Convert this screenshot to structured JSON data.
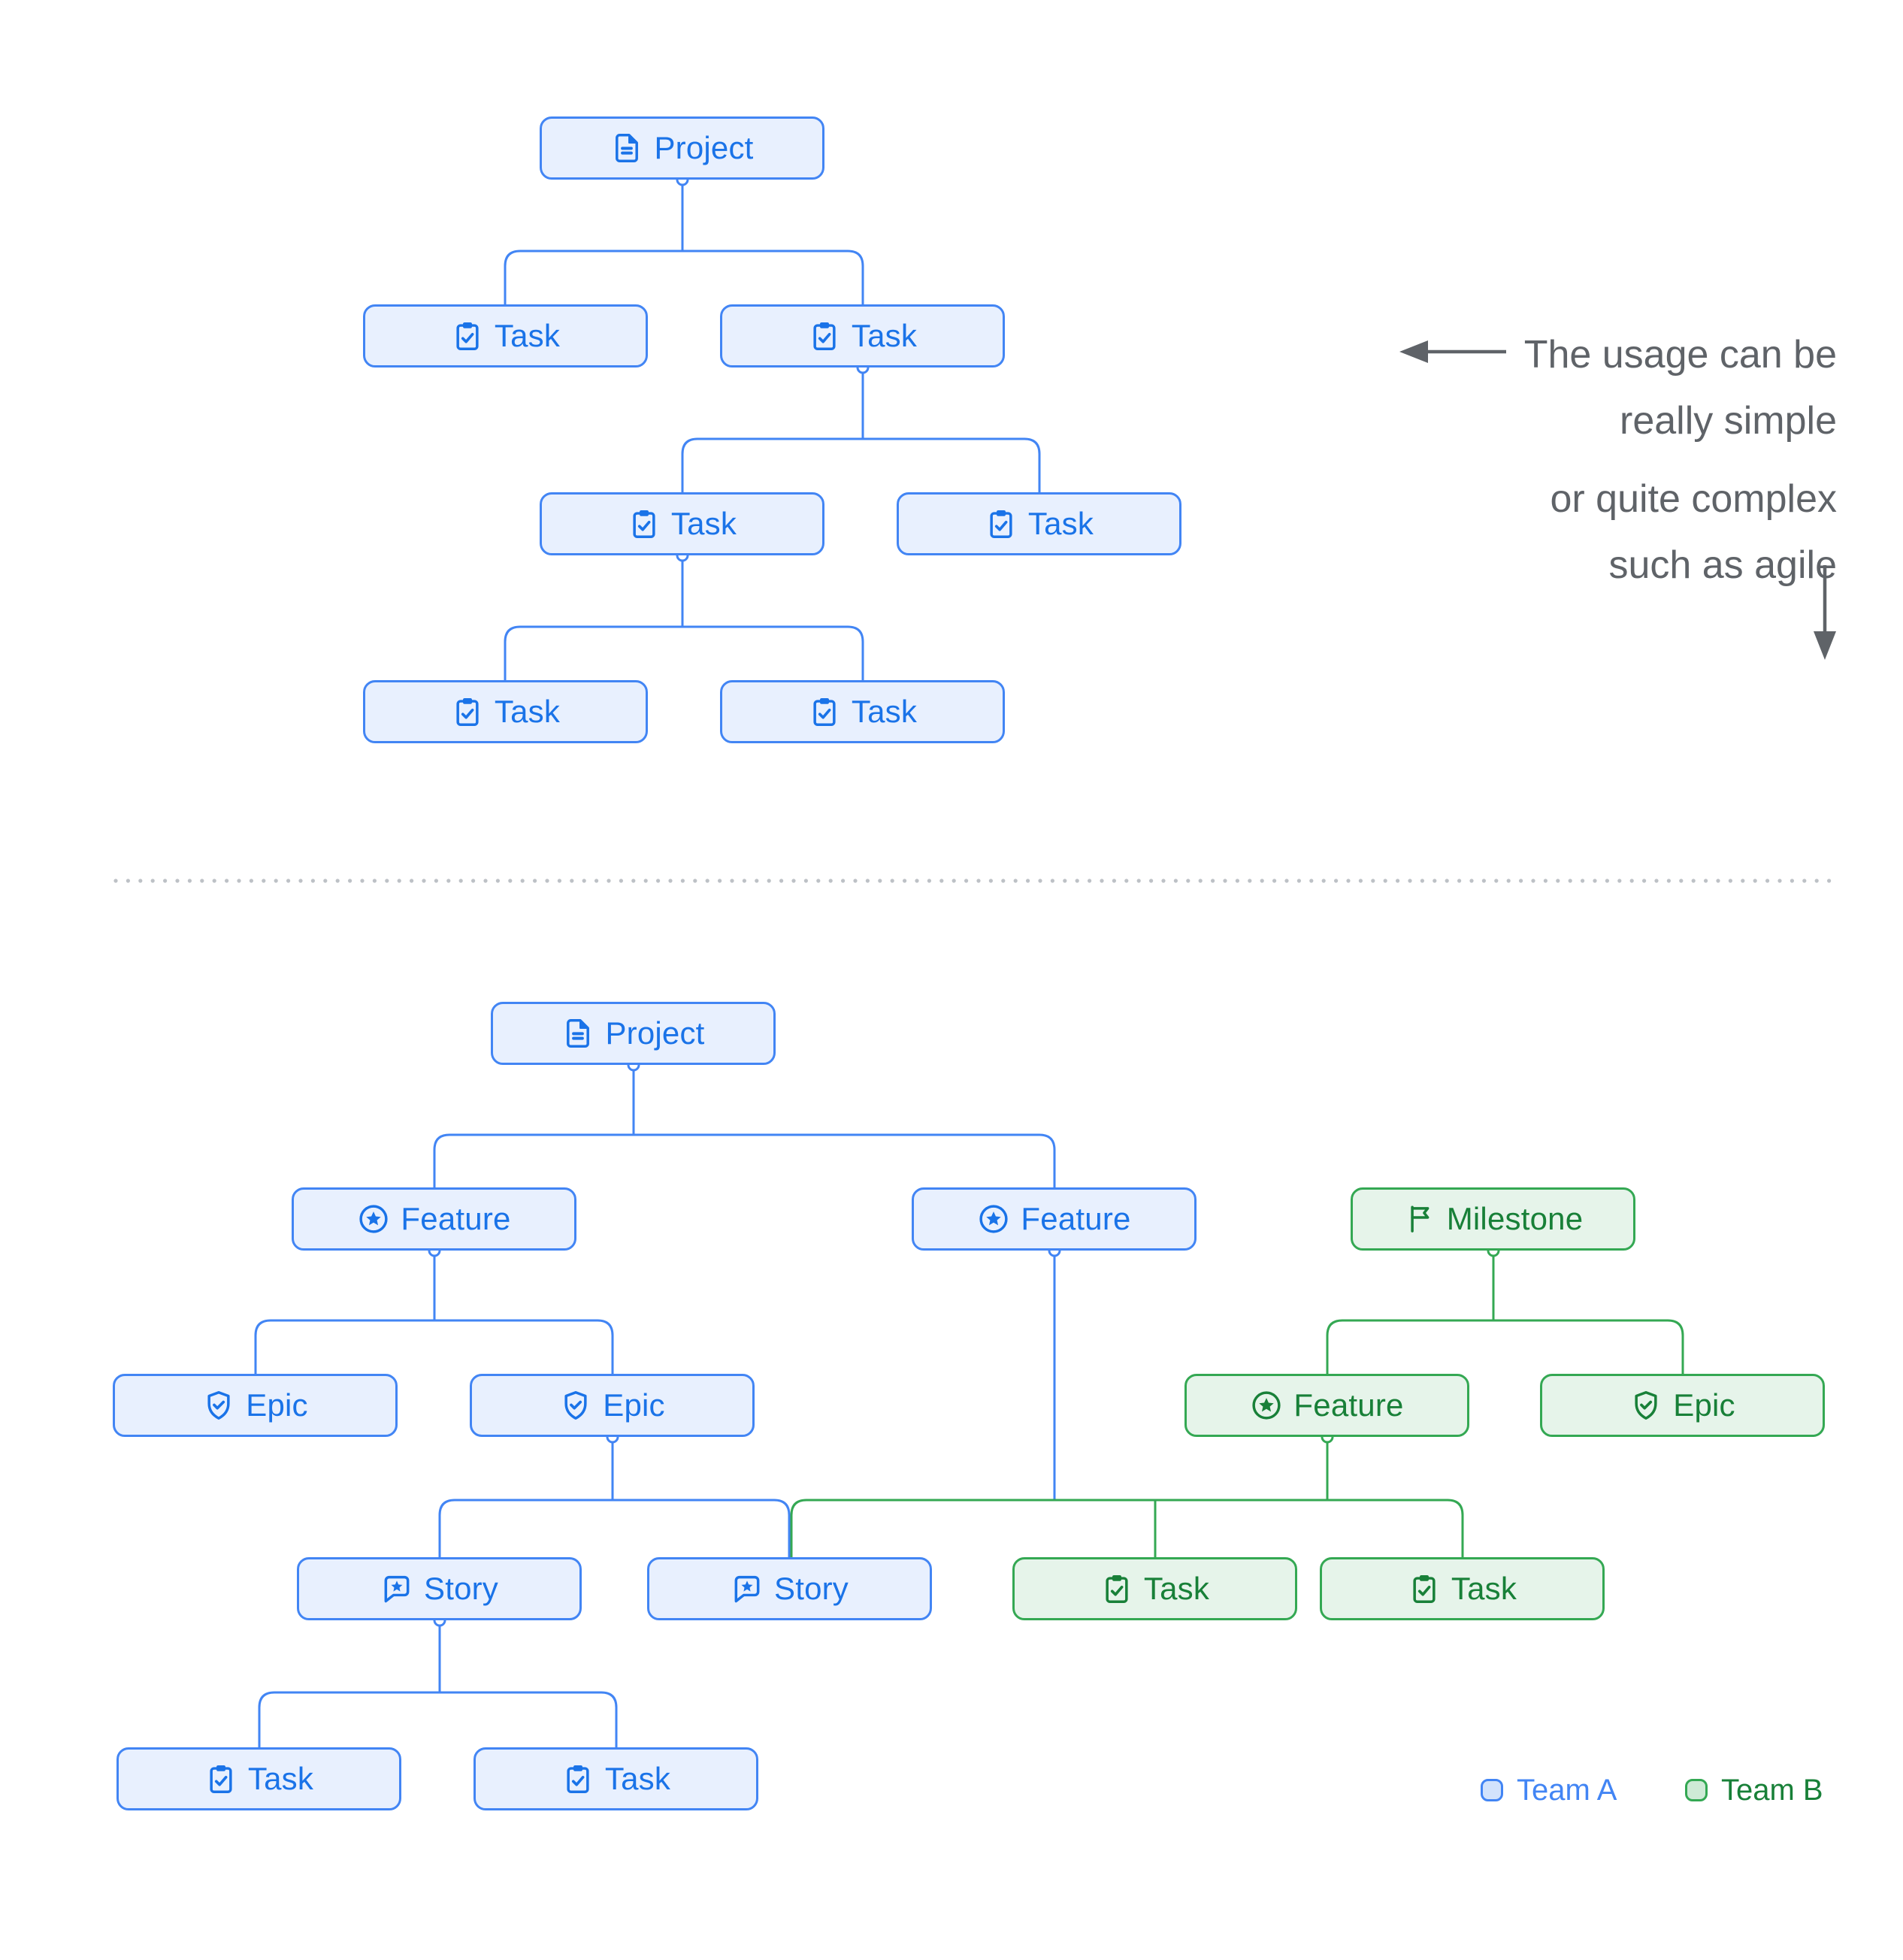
{
  "annotation": {
    "line1": "The usage can be",
    "line2": "really simple",
    "line3": "or quite complex",
    "line4": "such as agile"
  },
  "legend": {
    "team_a": "Team A",
    "team_b": "Team B"
  },
  "colors": {
    "team_a_accent": "#4285f4",
    "team_a_fill": "#e8f0fe",
    "team_a_text": "#1a73e8",
    "team_b_accent": "#34a853",
    "team_b_fill": "#e6f4ea",
    "team_b_text": "#188038",
    "annotation_text": "#5f6368",
    "divider": "#bdc1c6"
  },
  "diagram_simple": {
    "nodes": [
      {
        "id": "project",
        "label": "Project",
        "type": "project",
        "team": "A",
        "icon": "document-icon"
      },
      {
        "id": "task-1",
        "label": "Task",
        "type": "task",
        "team": "A",
        "icon": "clipboard-check-icon"
      },
      {
        "id": "task-2",
        "label": "Task",
        "type": "task",
        "team": "A",
        "icon": "clipboard-check-icon"
      },
      {
        "id": "task-3",
        "label": "Task",
        "type": "task",
        "team": "A",
        "icon": "clipboard-check-icon"
      },
      {
        "id": "task-4",
        "label": "Task",
        "type": "task",
        "team": "A",
        "icon": "clipboard-check-icon"
      },
      {
        "id": "task-5",
        "label": "Task",
        "type": "task",
        "team": "A",
        "icon": "clipboard-check-icon"
      },
      {
        "id": "task-6",
        "label": "Task",
        "type": "task",
        "team": "A",
        "icon": "clipboard-check-icon"
      }
    ]
  },
  "diagram_complex": {
    "nodes": [
      {
        "id": "project",
        "label": "Project",
        "type": "project",
        "team": "A",
        "icon": "document-icon"
      },
      {
        "id": "feature-1",
        "label": "Feature",
        "type": "feature",
        "team": "A",
        "icon": "star-circle-icon"
      },
      {
        "id": "feature-2",
        "label": "Feature",
        "type": "feature",
        "team": "A",
        "icon": "star-circle-icon"
      },
      {
        "id": "milestone",
        "label": "Milestone",
        "type": "milestone",
        "team": "B",
        "icon": "flag-icon"
      },
      {
        "id": "epic-1",
        "label": "Epic",
        "type": "epic",
        "team": "A",
        "icon": "shield-check-icon"
      },
      {
        "id": "epic-2",
        "label": "Epic",
        "type": "epic",
        "team": "A",
        "icon": "shield-check-icon"
      },
      {
        "id": "feature-3",
        "label": "Feature",
        "type": "feature",
        "team": "B",
        "icon": "star-circle-icon"
      },
      {
        "id": "epic-3",
        "label": "Epic",
        "type": "epic",
        "team": "B",
        "icon": "shield-check-icon"
      },
      {
        "id": "story-1",
        "label": "Story",
        "type": "story",
        "team": "A",
        "icon": "bubble-star-icon"
      },
      {
        "id": "story-2",
        "label": "Story",
        "type": "story",
        "team": "A",
        "icon": "bubble-star-icon"
      },
      {
        "id": "task-g",
        "label": "Task",
        "type": "task",
        "team": "B",
        "icon": "clipboard-check-icon"
      },
      {
        "id": "task-h",
        "label": "Task",
        "type": "task",
        "team": "B",
        "icon": "clipboard-check-icon"
      },
      {
        "id": "task-i",
        "label": "Task",
        "type": "task",
        "team": "A",
        "icon": "clipboard-check-icon"
      },
      {
        "id": "task-j",
        "label": "Task",
        "type": "task",
        "team": "A",
        "icon": "clipboard-check-icon"
      }
    ]
  }
}
